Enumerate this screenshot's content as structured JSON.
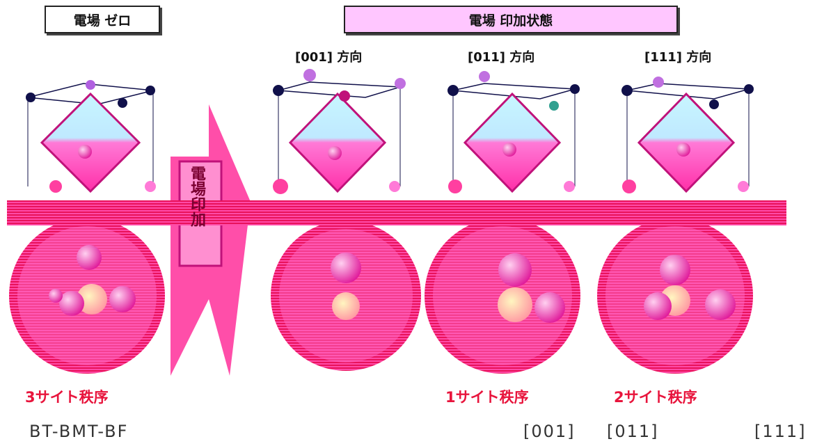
{
  "headers": {
    "zero_field": "電場 ゼロ",
    "applied_field": "電場 印加状態"
  },
  "directions": {
    "d001": "[001] 方向",
    "d011": "[011] 方向",
    "d111": "[111] 方向"
  },
  "arrow_label": "電場印加",
  "orders": {
    "three_site": "3サイト秩序",
    "one_site": "1サイト秩序",
    "two_site": "2サイト秩序"
  },
  "footer": {
    "material": "BT-BMT-BF",
    "f001": "[001]",
    "f011": "[011]",
    "f111": "[111]"
  },
  "colors": {
    "magenta": "#ff2f9a",
    "crimson": "#e8143c",
    "navy": "#101040",
    "cyan": "#7ff0ff",
    "pink_bg": "#ffc6ff"
  }
}
